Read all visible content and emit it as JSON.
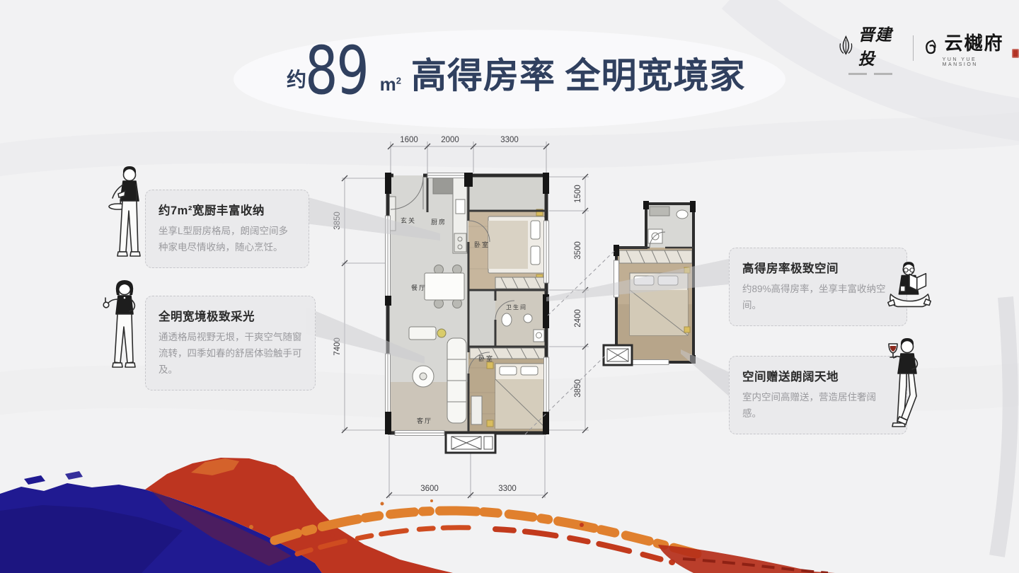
{
  "brand": {
    "developer": {
      "name": "晋建投"
    },
    "project": {
      "name": "云樾府",
      "subtitle": "YUN YUE MANSION"
    }
  },
  "title": {
    "approx": "约",
    "area": "89",
    "unit": "m",
    "unit_sup": "2",
    "slogan": "高得房率 全明宽境家"
  },
  "callouts": [
    {
      "title": "约7m²宽厨丰富收纳",
      "body": "坐享L型厨房格局，朗阔空间多种家电尽情收纳，随心烹饪。"
    },
    {
      "title": "全明宽境极致采光",
      "body": "通透格局视野无垠，干爽空气随窗流转，四季如春的舒居体验触手可及。"
    },
    {
      "title": "高得房率极致空间",
      "body": "约89%高得房率，坐享丰富收纳空间。"
    },
    {
      "title": "空间赠送朗阔天地",
      "body": "室内空间高赠送，营造居住奢阔感。"
    }
  ],
  "floorplan": {
    "dims_top": [
      "1600",
      "2000",
      "3300"
    ],
    "dims_bottom": [
      "3600",
      "3300"
    ],
    "dims_left": [
      "3850",
      "7400"
    ],
    "dims_right": [
      "1500",
      "3500",
      "2400",
      "3850"
    ],
    "rooms": {
      "entry": "玄关",
      "kitchen": "厨房",
      "bedroom1": "卧室",
      "dining": "餐厅",
      "bathroom": "卫生间",
      "living": "客厅",
      "bedroom2": "卧室"
    }
  },
  "colors": {
    "title_navy": "#30405f",
    "brush_blue": "#201a91",
    "brush_red": "#bd3520",
    "brush_orange": "#e0802e",
    "seal_red": "#b23325",
    "callout_bg": "#e9e9eb"
  }
}
